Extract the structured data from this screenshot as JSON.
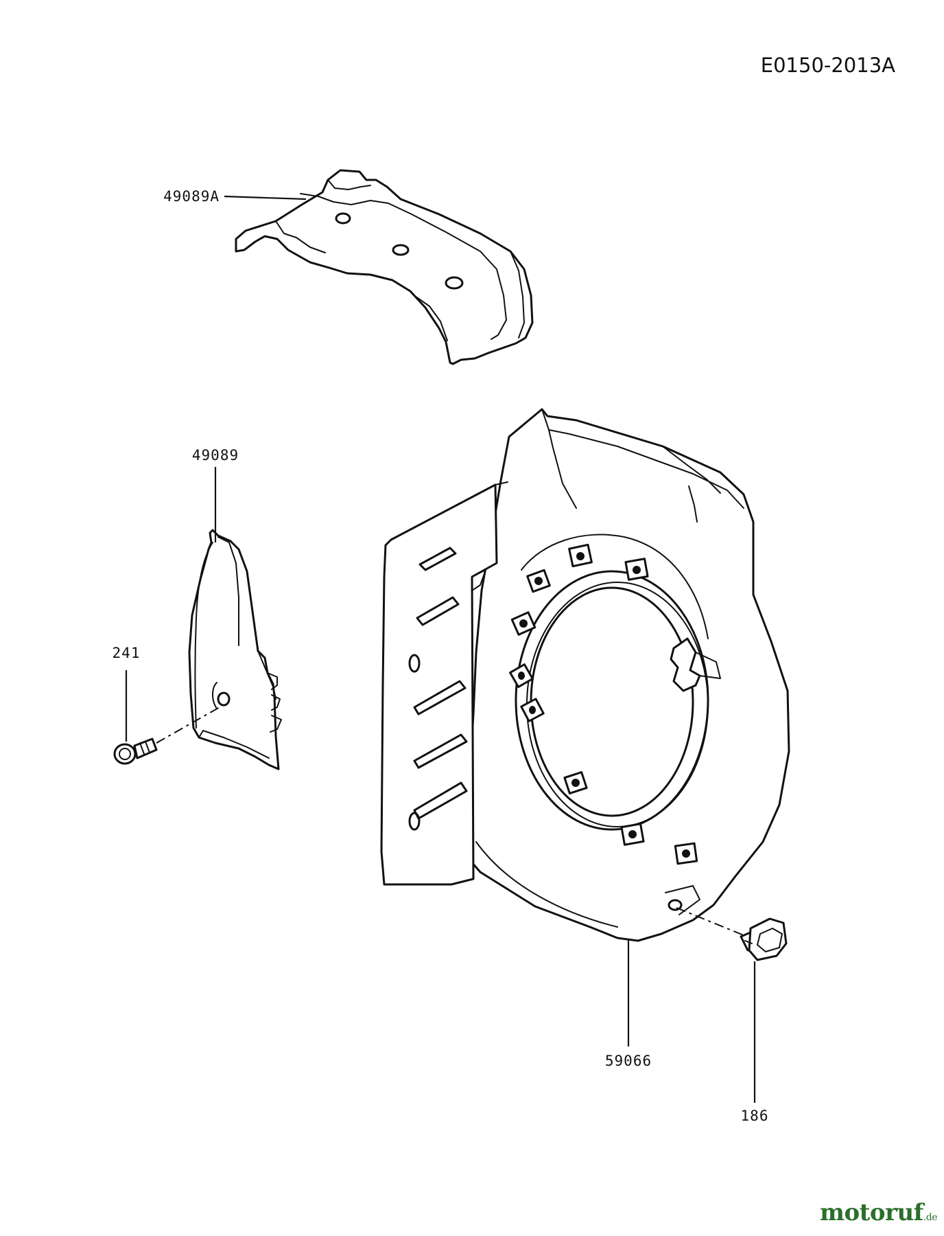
{
  "diagram_code": "E0150-2013A",
  "callouts": {
    "cover_top": "49089A",
    "cover_side": "49089",
    "bolt_small": "241",
    "fan_housing": "59066",
    "bolt_large": "186"
  },
  "watermark": {
    "name": "motoruf",
    "tld": ".de"
  }
}
